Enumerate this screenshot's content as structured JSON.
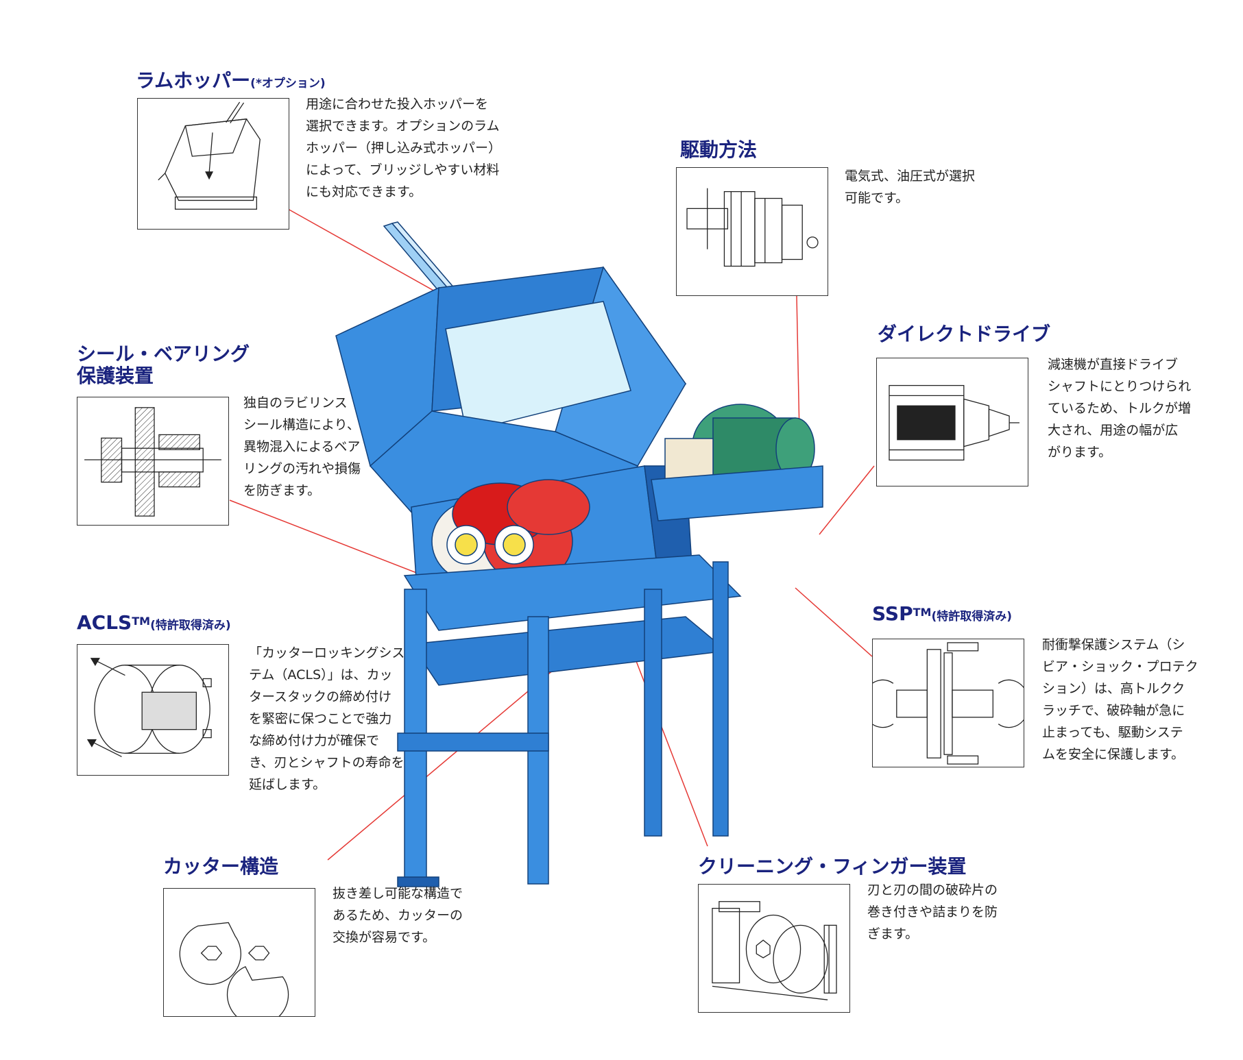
{
  "colors": {
    "title": "#1a237e",
    "leader": "#e53935",
    "machine": "#3a8ee0",
    "machine_dark": "#1f5fae",
    "cutter": "#d81b1b"
  },
  "callouts": [
    {
      "id": "ram_hopper",
      "title": "ラムホッパー",
      "title_paren": "(*オプション)",
      "desc": [
        "用途に合わせた投入ホッパーを",
        "選択できます。オプションのラム",
        "ホッパー（押し込み式ホッパー）",
        "によって、ブリッジしやすい材料",
        "にも対応できます。"
      ],
      "icon": "ram-hopper-icon"
    },
    {
      "id": "drive_method",
      "title": "駆動方法",
      "title_paren": "",
      "desc": [
        "電気式、油圧式が選択",
        "可能です。"
      ],
      "icon": "drive-gearbox-icon"
    },
    {
      "id": "direct_drive",
      "title": "ダイレクトドライブ",
      "title_paren": "",
      "desc": [
        "減速機が直接ドライブ",
        "シャフトにとりつけられ",
        "ているため、トルクが増",
        "大され、用途の幅が広",
        "がります。"
      ],
      "icon": "direct-drive-icon"
    },
    {
      "id": "seal_bearing",
      "title": "シール・ベアリング",
      "title2": "保護装置",
      "title_paren": "",
      "desc": [
        "独自のラビリンス",
        "シール構造により、",
        "異物混入によるベア",
        "リングの汚れや損傷",
        "を防ぎます。"
      ],
      "icon": "labyrinth-seal-icon"
    },
    {
      "id": "acls",
      "title": "ACLS",
      "tm": "TM",
      "title_paren": "(特許取得済み)",
      "desc": [
        "「カッターロッキングシス",
        "テム（ACLS）」は、カッ",
        "タースタックの締め付け",
        "を緊密に保つことで強力",
        "な締め付け力が確保で",
        "き、刃とシャフトの寿命を",
        "延ばします。"
      ],
      "icon": "cutter-locking-icon"
    },
    {
      "id": "ssp",
      "title": "SSP",
      "tm": "TM",
      "title_paren": "(特許取得済み)",
      "desc": [
        "耐衝撃保護システム（シ",
        "ビア・ショック・プロテク",
        "ション）は、高トルクク",
        "ラッチで、破砕軸が急に",
        "止まっても、駆動システ",
        "ムを安全に保護します。"
      ],
      "icon": "shock-clutch-icon"
    },
    {
      "id": "cutter",
      "title": "カッター構造",
      "title_paren": "",
      "desc": [
        "抜き差し可能な構造で",
        "あるため、カッターの",
        "交換が容易です。"
      ],
      "icon": "cutter-profile-icon"
    },
    {
      "id": "cleaning_finger",
      "title": "クリーニング・フィンガー装置",
      "title_paren": "",
      "desc": [
        "刃と刃の間の破砕片の",
        "巻き付きや詰まりを防",
        "ぎます。"
      ],
      "icon": "cleaning-finger-icon"
    }
  ]
}
